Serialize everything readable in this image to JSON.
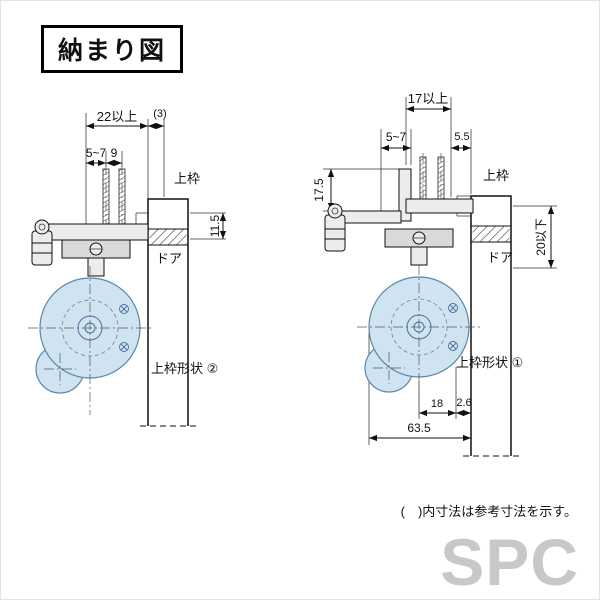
{
  "title": "納まり図",
  "footnote": "(　)内寸法は参考寸法を示す。",
  "watermark": "SPC",
  "colors": {
    "body_fill": "#cfe3f1",
    "body_stroke": "#5b87a8",
    "line": "#111111",
    "watermark": "#c8c8c8"
  },
  "left": {
    "dims": {
      "width": "22以上",
      "paren": "(3)",
      "offset1": "5~7",
      "offset2": "9",
      "overlap": "11.5"
    },
    "labels": {
      "frame": "上枠",
      "door": "ドア",
      "shape": "上枠形状 ②"
    }
  },
  "right": {
    "dims": {
      "width": "17以上",
      "offset1": "5~7",
      "offset2": "5.5",
      "bracket": "17.5",
      "clearance": "20以下",
      "d18": "18",
      "d26": "2.6",
      "total": "63.5"
    },
    "labels": {
      "frame": "上枠",
      "door": "ドア",
      "shape": "上枠形状 ①"
    }
  }
}
